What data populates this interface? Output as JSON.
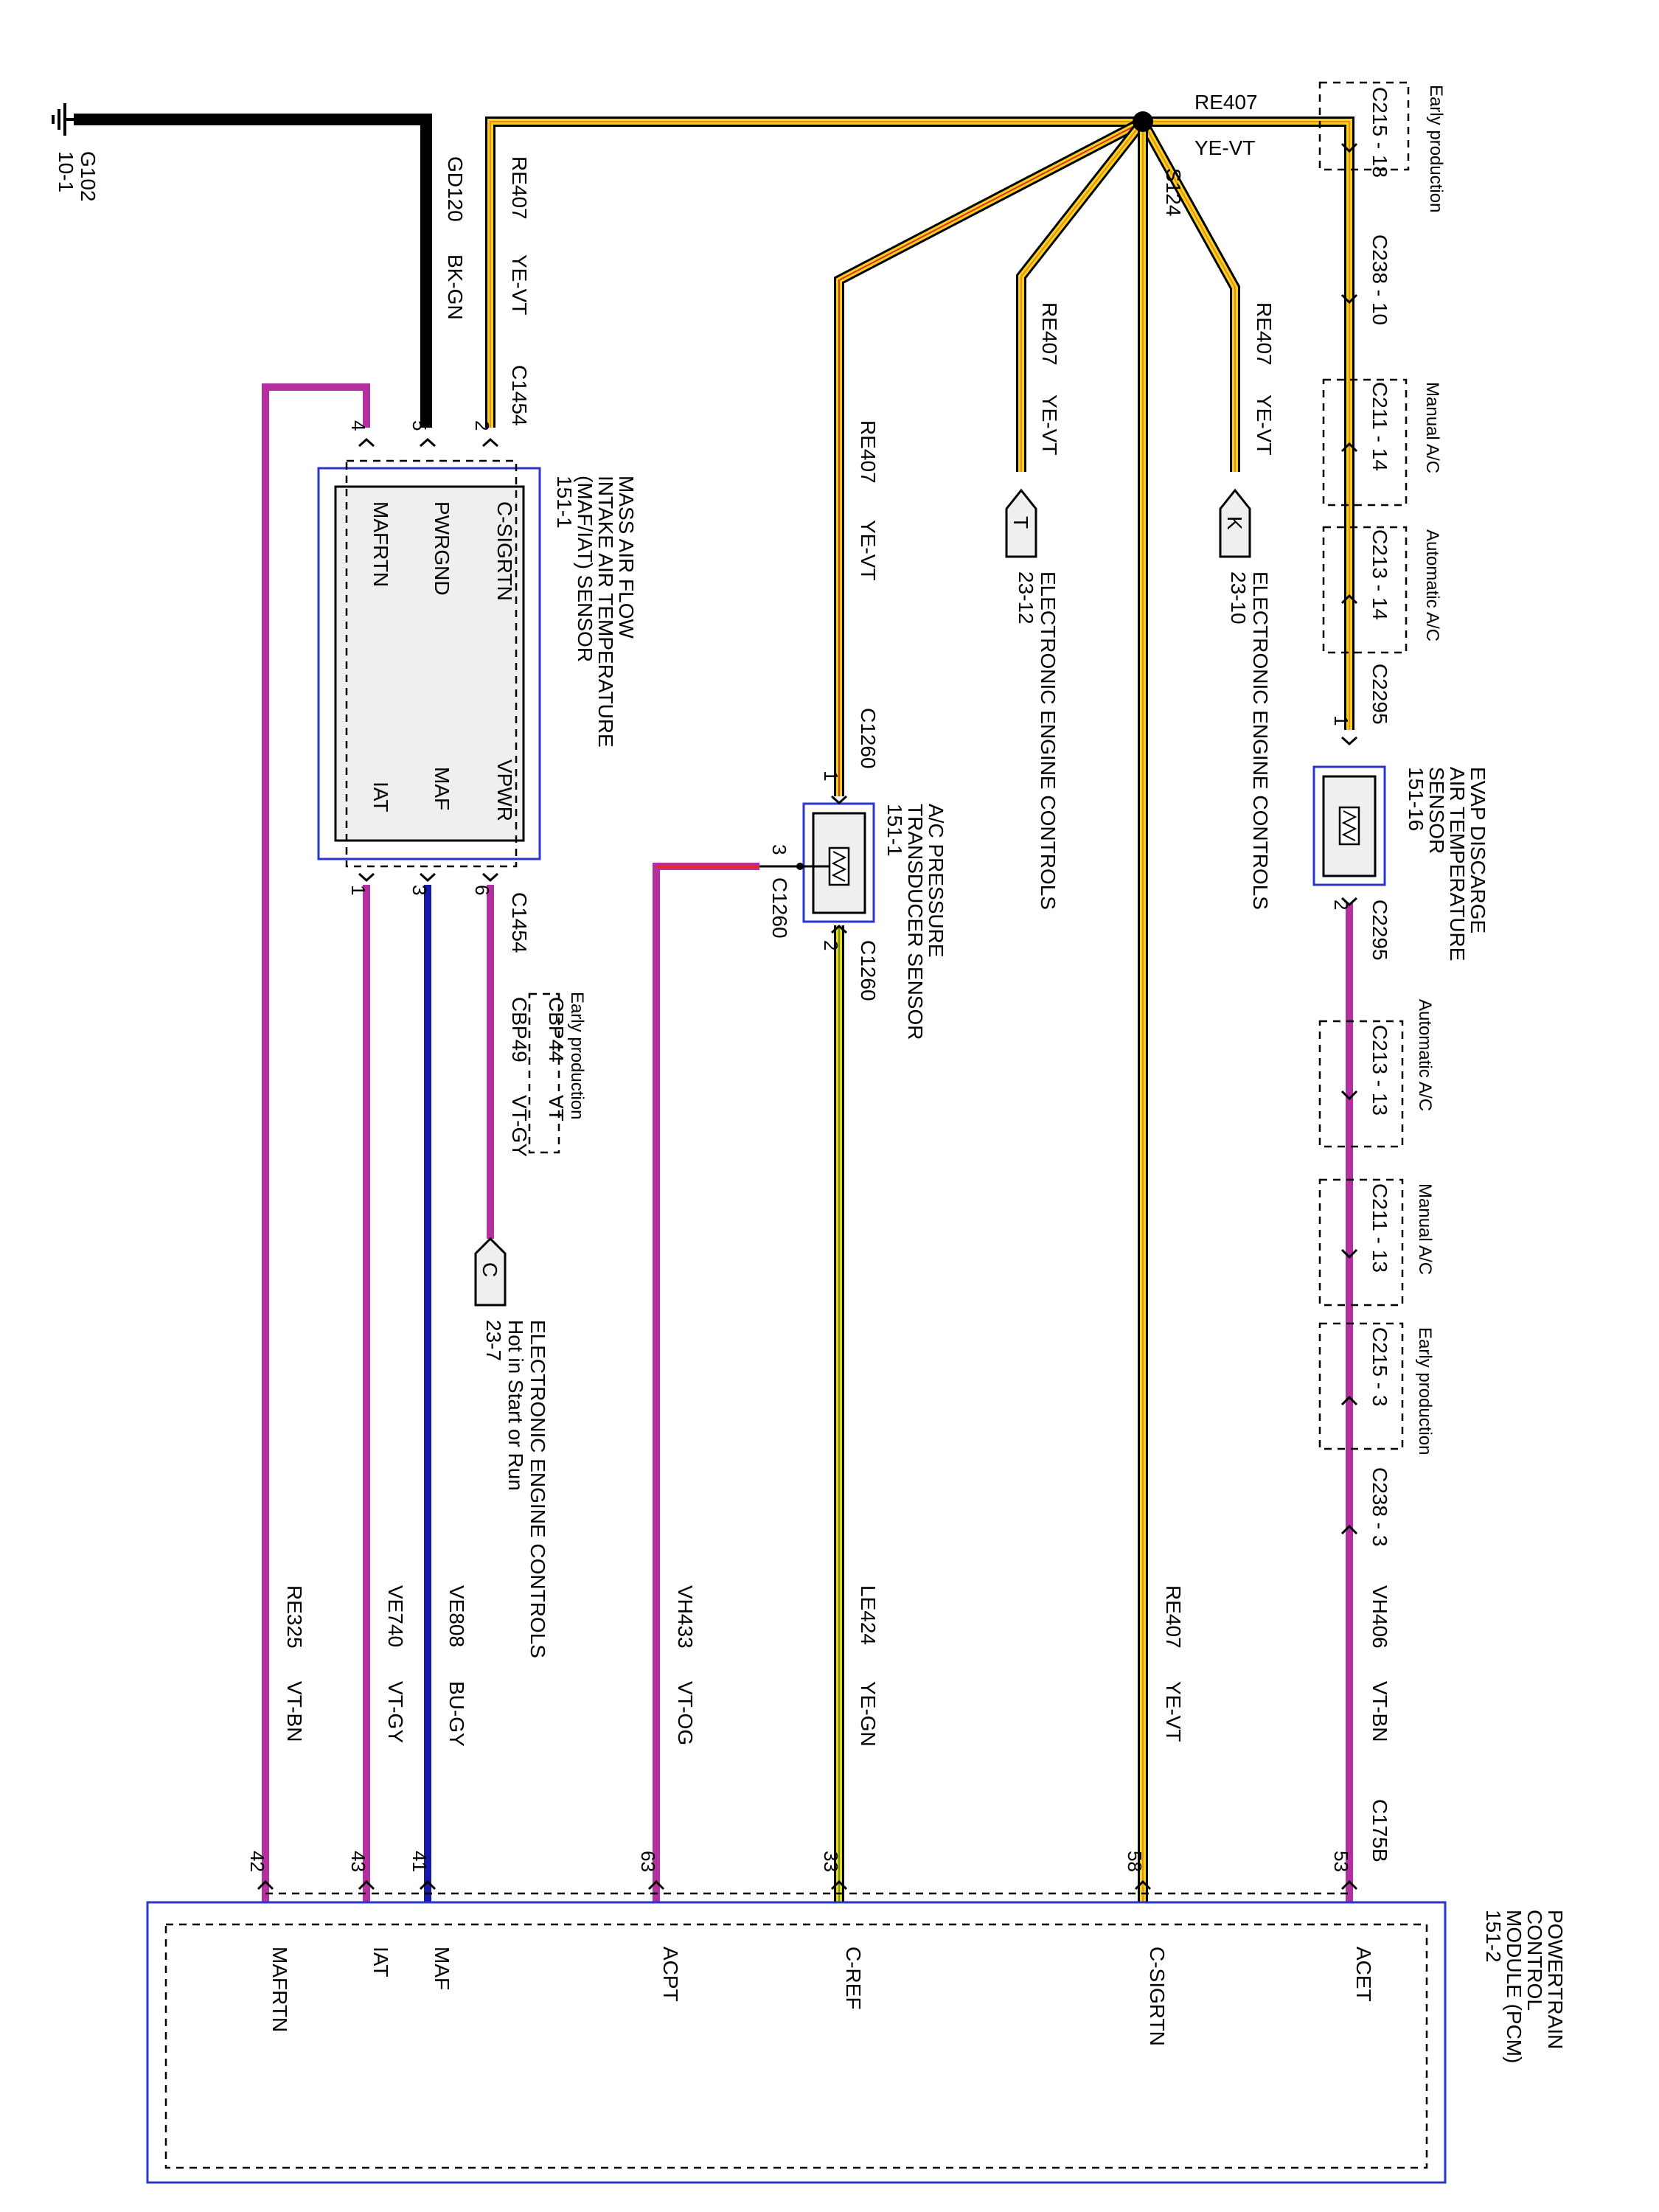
{
  "ground": {
    "id": "G102",
    "ref": "10-1"
  },
  "wires": {
    "gd120": {
      "circuit": "GD120",
      "color": "BK-GN"
    },
    "re407_top": {
      "circuit": "RE407",
      "color": "YE-VT"
    },
    "re407_main": {
      "circuit": "RE407",
      "color": "YE-VT"
    },
    "re407_t": {
      "circuit": "RE407",
      "color": "YE-VT"
    },
    "re407_k": {
      "circuit": "RE407",
      "color": "YE-VT"
    },
    "re407_pcm": {
      "circuit": "RE407",
      "color": "YE-VT"
    },
    "re407_acpt": {
      "circuit": "RE407",
      "color": "YE-VT"
    },
    "re325": {
      "circuit": "RE325",
      "color": "VT-BN"
    },
    "ve740": {
      "circuit": "VE740",
      "color": "VT-GY"
    },
    "ve808": {
      "circuit": "VE808",
      "color": "BU-GY"
    },
    "vh433": {
      "circuit": "VH433",
      "color": "VT-OG"
    },
    "le424": {
      "circuit": "LE424",
      "color": "YE-GN"
    },
    "vh406": {
      "circuit": "VH406",
      "color": "VT-BN"
    },
    "vt_gy_c": {
      "circuit": "VT-GY",
      "color": ""
    }
  },
  "splice": "S124",
  "connectors": {
    "c215_18": "C215 - 18",
    "c238_10": "C238 - 10",
    "c211_14": "C211 - 14",
    "c213_14": "C213 - 14",
    "c2295_1": "C2295",
    "c2295_2": "C2295",
    "c213_13": "C213 - 13",
    "c211_13": "C211 - 13",
    "c215_3": "C215 - 3",
    "c238_3": "C238 - 3",
    "c175b": "C175B",
    "c1454_top": "C1454",
    "c1454_bottom": "C1454",
    "c1260_1": "C1260",
    "c1260_2": "C1260",
    "c1260_3": "C1260",
    "cbp44": "CBP44",
    "cbp44_color": "VT",
    "cbp49": "CBP49"
  },
  "conditions": {
    "early_production": "Early production",
    "manual_ac": "Manual A/C",
    "automatic_ac": "Automatic A/C"
  },
  "maf_sensor": {
    "title": [
      "MASS AIR FLOW",
      "INTAKE AIR TEMPERATURE",
      "(MAF/IAT) SENSOR",
      "151-1"
    ],
    "pins_top": [
      {
        "num": "2",
        "name": "C-SIGRTN"
      },
      {
        "num": "5",
        "name": "PWRGND"
      },
      {
        "num": "4",
        "name": "MAFRTN"
      }
    ],
    "pins_bottom": [
      {
        "num": "6",
        "name": "VPWR"
      },
      {
        "num": "3",
        "name": "MAF"
      },
      {
        "num": "1",
        "name": "IAT"
      }
    ]
  },
  "acp_sensor": {
    "title": [
      "A/C PRESSURE",
      "TRANSDUCER SENSOR",
      "151-1"
    ],
    "pins": {
      "p1": "1",
      "p2": "2",
      "p3": "3"
    }
  },
  "evap_sensor": {
    "title": [
      "EVAP DISCARGE",
      "AIR TEMPERATURE",
      "SENSOR",
      "151-16"
    ],
    "pins": {
      "p1": "1",
      "p2": "2"
    }
  },
  "refs": {
    "k": {
      "letter": "K",
      "lines": [
        "ELECTRONIC ENGINE CONTROLS",
        "23-10"
      ]
    },
    "t": {
      "letter": "T",
      "lines": [
        "ELECTRONIC ENGINE CONTROLS",
        "23-12"
      ]
    },
    "c": {
      "letter": "C",
      "lines": [
        "ELECTRONIC ENGINE CONTROLS",
        "Hot in Start or Run",
        "23-7"
      ]
    }
  },
  "pcm": {
    "title": [
      "POWERTRAIN",
      "CONTROL",
      "MODULE (PCM)",
      "151-2"
    ],
    "pins": [
      {
        "num": "42",
        "name": "MAFRTN"
      },
      {
        "num": "43",
        "name": "IAT"
      },
      {
        "num": "41",
        "name": "MAF"
      },
      {
        "num": "63",
        "name": "ACPT"
      },
      {
        "num": "33",
        "name": "C-REF"
      },
      {
        "num": "58",
        "name": "C-SIGRTN"
      },
      {
        "num": "53",
        "name": "ACET"
      }
    ]
  },
  "colors": {
    "yellow": "#f5d31b",
    "violet": "#b4309e",
    "red": "#e8262e",
    "orange": "#f08a24",
    "blue": "#1518a8",
    "black": "#000000",
    "green": "#4a9a3a",
    "gray": "#8a8a8a",
    "brown": "#7a4a20",
    "frame": "#2b35c9"
  }
}
